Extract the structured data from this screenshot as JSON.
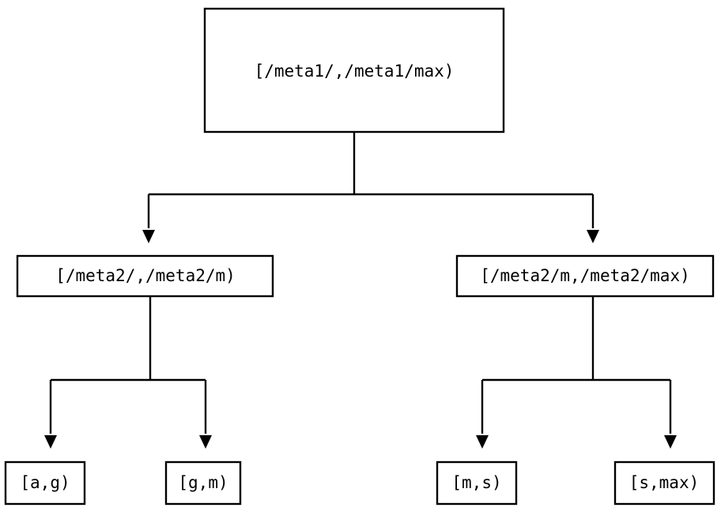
{
  "diagram": {
    "type": "binary-tree",
    "title": "",
    "colors": {
      "background": "#ffffff",
      "node_stroke": "#000000",
      "node_fill": "#ffffff",
      "edge": "#000000",
      "text": "#000000"
    },
    "nodes": {
      "root": {
        "label": "[/meta1/,/meta1/max)",
        "level": 0
      },
      "mid_left": {
        "label": "[/meta2/,/meta2/m)",
        "level": 1
      },
      "mid_right": {
        "label": "[/meta2/m,/meta2/max)",
        "level": 1
      },
      "leaf_1": {
        "label": "[a,g)",
        "level": 2
      },
      "leaf_2": {
        "label": "[g,m)",
        "level": 2
      },
      "leaf_3": {
        "label": "[m,s)",
        "level": 2
      },
      "leaf_4": {
        "label": "[s,max)",
        "level": 2
      }
    },
    "edges": [
      {
        "from": "root",
        "to": "mid_left",
        "arrow": "down"
      },
      {
        "from": "root",
        "to": "mid_right",
        "arrow": "down"
      },
      {
        "from": "mid_left",
        "to": "leaf_1",
        "arrow": "down"
      },
      {
        "from": "mid_left",
        "to": "leaf_2",
        "arrow": "down"
      },
      {
        "from": "mid_right",
        "to": "leaf_3",
        "arrow": "down"
      },
      {
        "from": "mid_right",
        "to": "leaf_4",
        "arrow": "down"
      }
    ]
  }
}
